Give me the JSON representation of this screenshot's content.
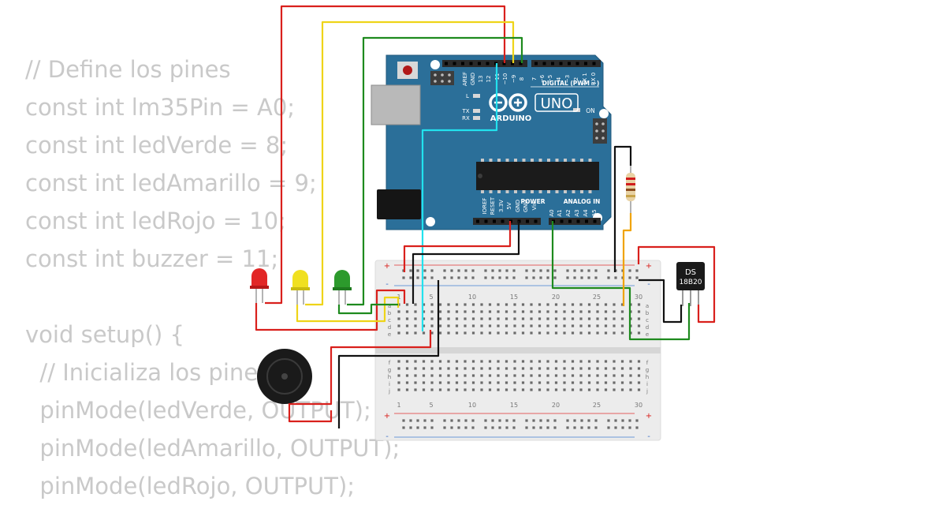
{
  "code_lines": [
    "// Define los pines",
    "const int lm35Pin = A0;",
    "const int ledVerde = 8;",
    "const int ledAmarillo = 9;",
    "const int ledRojo = 10;",
    "const int buzzer = 11;",
    "",
    "void setup() {",
    "  // Inicializa los pines",
    "  pinMode(ledVerde, OUTPUT);",
    "  pinMode(ledAmarillo, OUTPUT);",
    "  pinMode(ledRojo, OUTPUT);"
  ],
  "arduino": {
    "model": "UNO",
    "brand": "ARDUINO",
    "digital_label": "DIGITAL (PWM ~)",
    "power_label": "POWER",
    "analog_label": "ANALOG IN",
    "on_label": "ON",
    "l_label": "L",
    "tx_label": "TX",
    "rx_label": "RX",
    "digital_pins": [
      "AREF",
      "GND",
      "13",
      "12",
      "~11",
      "~10",
      "~9",
      "8",
      "7",
      "~6",
      "~5",
      "4",
      "~3",
      "2",
      "TX 1",
      "RX 0"
    ],
    "power_pins": [
      "IOREF",
      "RESET",
      "3.3V",
      "5V",
      "GND",
      "GND",
      "Vin"
    ],
    "analog_pins": [
      "A0",
      "A1",
      "A2",
      "A3",
      "A4",
      "A5"
    ]
  },
  "sensor": {
    "line1": "DS",
    "line2": "18B20"
  },
  "breadboard": {
    "column_numbers": [
      "1",
      "5",
      "10",
      "15",
      "20",
      "25",
      "30"
    ],
    "rows_top": [
      "a",
      "b",
      "c",
      "d",
      "e"
    ],
    "rows_bottom": [
      "f",
      "g",
      "h",
      "i",
      "j"
    ],
    "plus": "+",
    "minus": "-"
  },
  "colors": {
    "board": "#2b6f99",
    "red_wire": "#d9201c",
    "yellow_wire": "#eed418",
    "green_wire": "#1e8a1e",
    "cyan_wire": "#22e2ee",
    "black_wire": "#111111",
    "orange_wire": "#f0a300"
  }
}
